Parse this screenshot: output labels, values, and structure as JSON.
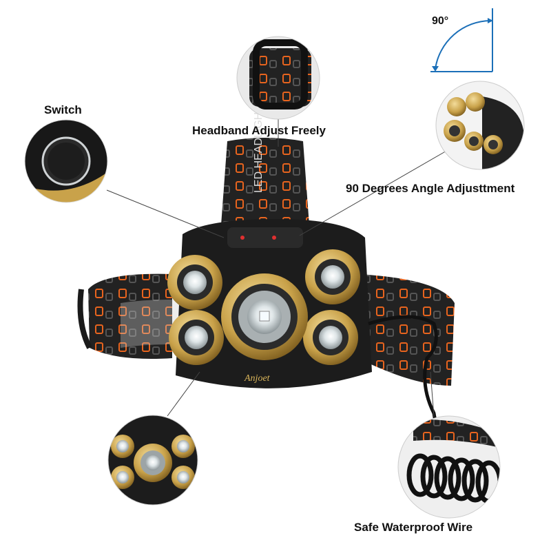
{
  "labels": {
    "switch": "Switch",
    "headband": "Headband Adjust Freely",
    "angle": "90 Degrees Angle Adjusttment",
    "wire": "Safe Waterproof Wire",
    "degree": "90°"
  },
  "product": {
    "brand_logo": "Anjoet",
    "band_text": "LED HEADLIGHT"
  },
  "colors": {
    "gold": "#c9a24a",
    "body": "#1c1c1c",
    "accent_blue": "#1b6fb8",
    "band_orange": "#e8641e"
  }
}
